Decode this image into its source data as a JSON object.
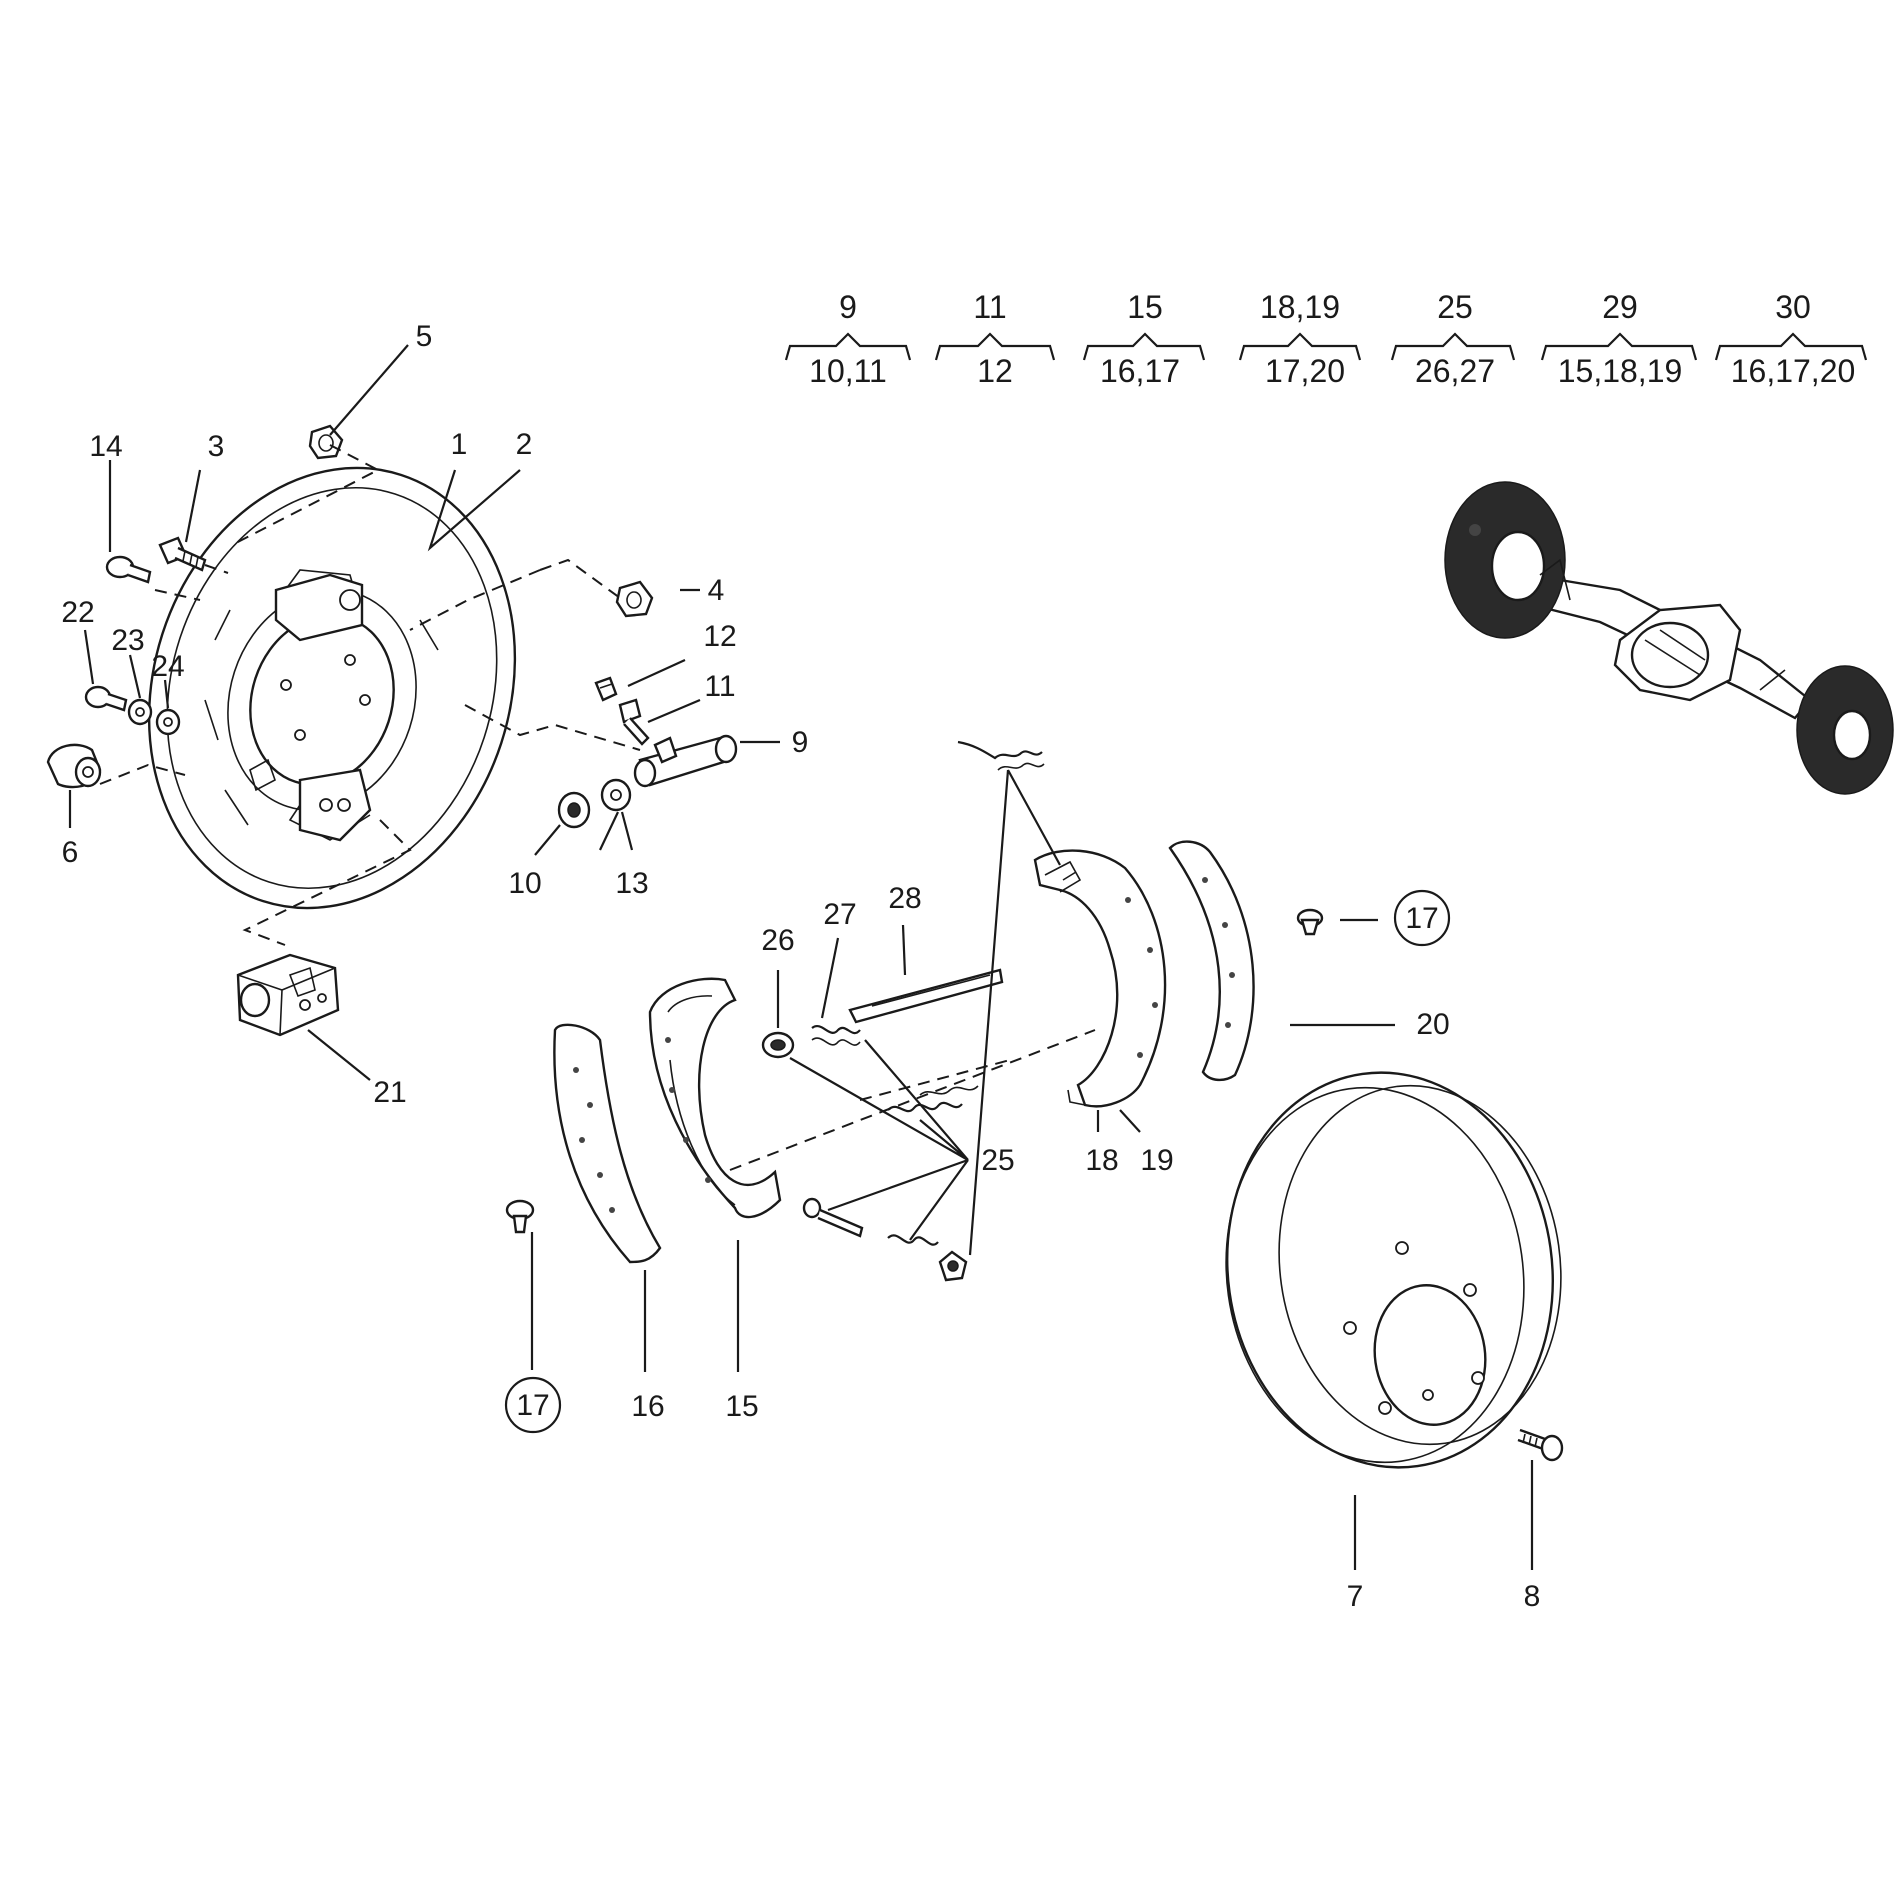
{
  "groups": [
    {
      "top": "9",
      "bottom": "10,11"
    },
    {
      "top": "11",
      "bottom": "12"
    },
    {
      "top": "15",
      "bottom": "16,17"
    },
    {
      "top": "18,19",
      "bottom": "17,20"
    },
    {
      "top": "25",
      "bottom": "26,27"
    },
    {
      "top": "29",
      "bottom": "15,18,19"
    },
    {
      "top": "30",
      "bottom": "16,17,20"
    }
  ],
  "callouts": {
    "c1": "1",
    "c2": "2",
    "c3": "3",
    "c4": "4",
    "c5": "5",
    "c6": "6",
    "c7": "7",
    "c8": "8",
    "c9": "9",
    "c10": "10",
    "c11": "11",
    "c12": "12",
    "c13": "13",
    "c14": "14",
    "c15": "15",
    "c16": "16",
    "c17a": "17",
    "c17b": "17",
    "c18": "18",
    "c19": "19",
    "c20": "20",
    "c21": "21",
    "c22": "22",
    "c23": "23",
    "c24": "24",
    "c25": "25",
    "c26": "26",
    "c27": "27",
    "c28": "28"
  }
}
